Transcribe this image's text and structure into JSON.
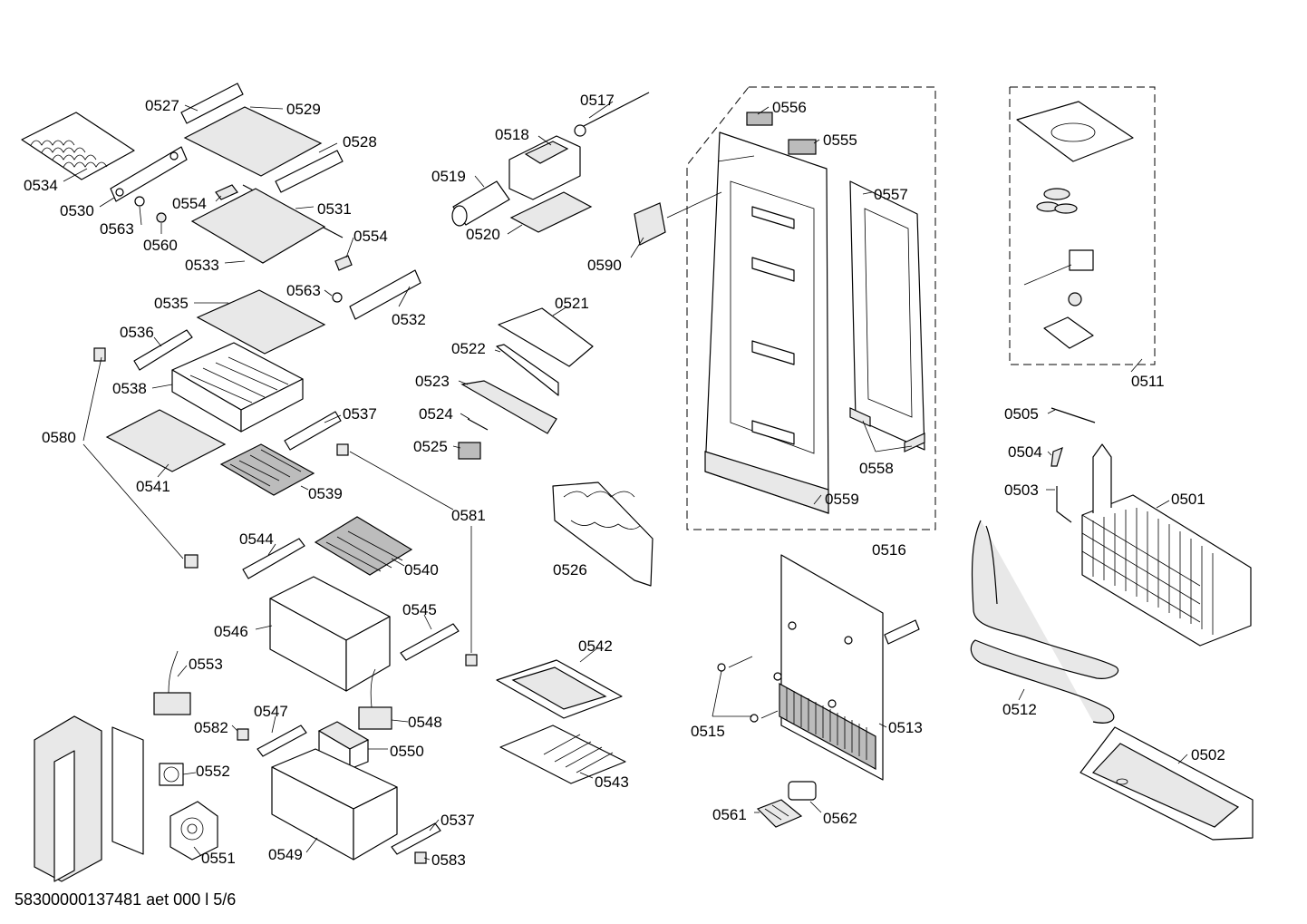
{
  "footer_text": "58300000137481 aet 000 l 5/6",
  "labels": {
    "p0527": "0527",
    "p0529": "0529",
    "p0528": "0528",
    "p0534": "0534",
    "p0530": "0530",
    "p0554a": "0554",
    "p0531": "0531",
    "p0563a": "0563",
    "p0560": "0560",
    "p0554b": "0554",
    "p0533": "0533",
    "p0563b": "0563",
    "p0532": "0532",
    "p0535": "0535",
    "p0536": "0536",
    "p0538": "0538",
    "p0537a": "0537",
    "p0580": "0580",
    "p0541": "0541",
    "p0539": "0539",
    "p0581": "0581",
    "p0544": "0544",
    "p0540": "0540",
    "p0545": "0545",
    "p0546": "0546",
    "p0553": "0553",
    "p0547": "0547",
    "p0582": "0582",
    "p0548": "0548",
    "p0550": "0550",
    "p0552": "0552",
    "p0537b": "0537",
    "p0551": "0551",
    "p0549": "0549",
    "p0583": "0583",
    "p0517": "0517",
    "p0518": "0518",
    "p0519": "0519",
    "p0520": "0520",
    "p0590": "0590",
    "p0521": "0521",
    "p0522": "0522",
    "p0523": "0523",
    "p0524": "0524",
    "p0525": "0525",
    "p0526": "0526",
    "p0542": "0542",
    "p0543": "0543",
    "p0556": "0556",
    "p0555": "0555",
    "p0557": "0557",
    "p0558": "0558",
    "p0559": "0559",
    "p0516": "0516",
    "p0515": "0515",
    "p0513": "0513",
    "p0561": "0561",
    "p0562": "0562",
    "p0511": "0511",
    "p0505": "0505",
    "p0504": "0504",
    "p0503": "0503",
    "p0501": "0501",
    "p0512": "0512",
    "p0502": "0502"
  }
}
